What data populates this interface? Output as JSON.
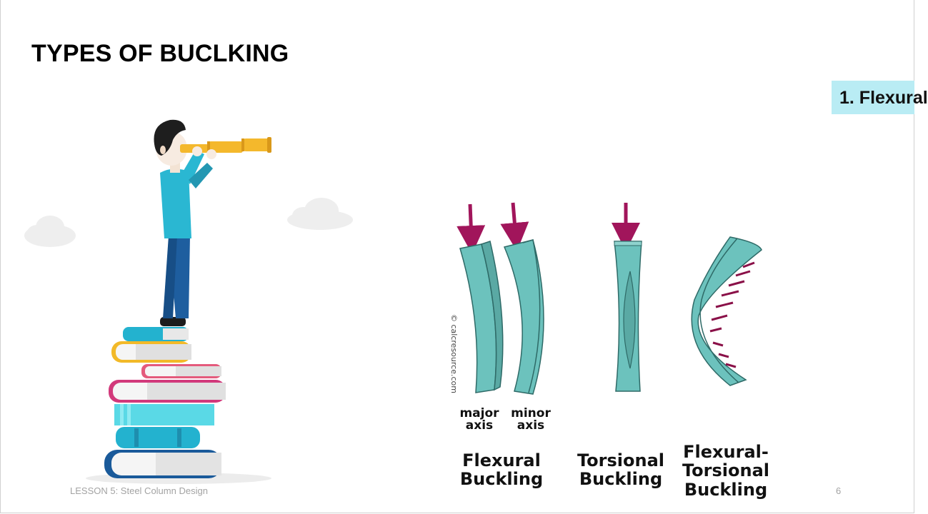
{
  "slide": {
    "title": "TYPES OF BUCLKING",
    "callout": "1. Flexural",
    "page_number": "6",
    "footer": "LESSON 5: Steel Column Design"
  },
  "figure": {
    "credit": "© calcresource.com",
    "labels": {
      "major": "major\naxis",
      "minor": "minor\naxis",
      "flexural": "Flexural\nBuckling",
      "torsional": "Torsional\nBuckling",
      "flexural_torsional": "Flexural-\nTorsional\nBuckling"
    }
  },
  "colors": {
    "column_teal": "#6cc2bd",
    "arrow": "#a1155b",
    "shirt": "#2ab7d2",
    "pants": "#1e5e9f",
    "telescope": "#f4b82c",
    "callout_bg": "#b9ecf4"
  }
}
